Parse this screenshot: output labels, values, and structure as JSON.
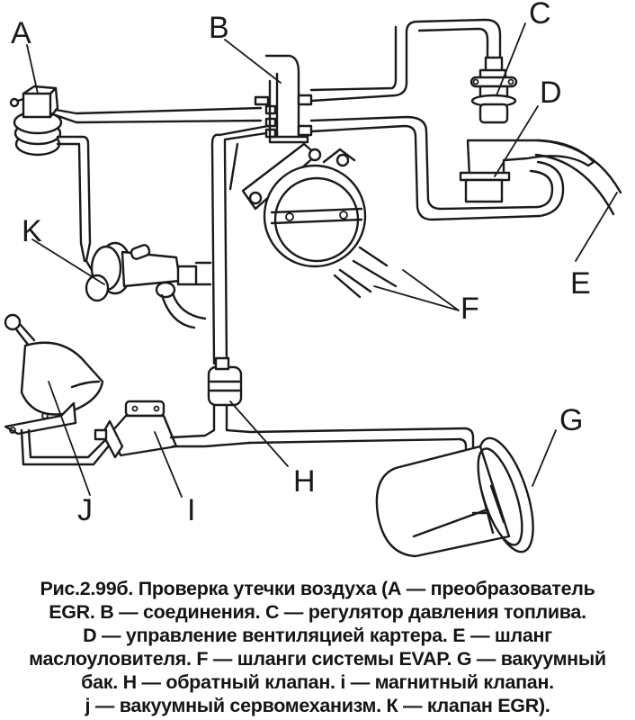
{
  "figure": {
    "labels": {
      "A": "A",
      "B": "B",
      "C": "C",
      "D": "D",
      "E": "E",
      "F": "F",
      "G": "G",
      "H": "H",
      "I": "I",
      "J": "J",
      "K": "K"
    },
    "components": [
      {
        "label": "A",
        "name": "EGR transducer"
      },
      {
        "label": "B",
        "name": "connections"
      },
      {
        "label": "C",
        "name": "fuel pressure regulator"
      },
      {
        "label": "D",
        "name": "crankcase ventilation control"
      },
      {
        "label": "E",
        "name": "oil separator hose"
      },
      {
        "label": "F",
        "name": "EVAP system hoses"
      },
      {
        "label": "G",
        "name": "vacuum tank"
      },
      {
        "label": "H",
        "name": "check valve"
      },
      {
        "label": "I",
        "name": "solenoid valve"
      },
      {
        "label": "J",
        "name": "vacuum servo"
      },
      {
        "label": "K",
        "name": "EGR valve"
      }
    ]
  },
  "caption": {
    "lines": [
      "Рис.2.99б. Проверка утечки воздуха (А — преобразователь",
      "EGR. В — соединения. С — регулятор давления топлива.",
      "D — управление вентиляцией картера. Е — шланг",
      "маслоуловителя. F — шланги системы EVAP. G — вакуумный",
      "бак. Н — обратный клапан. i —  магнитный клапан.",
      "j — вакуумный сервомеханизм. К — клапан EGR)."
    ]
  }
}
